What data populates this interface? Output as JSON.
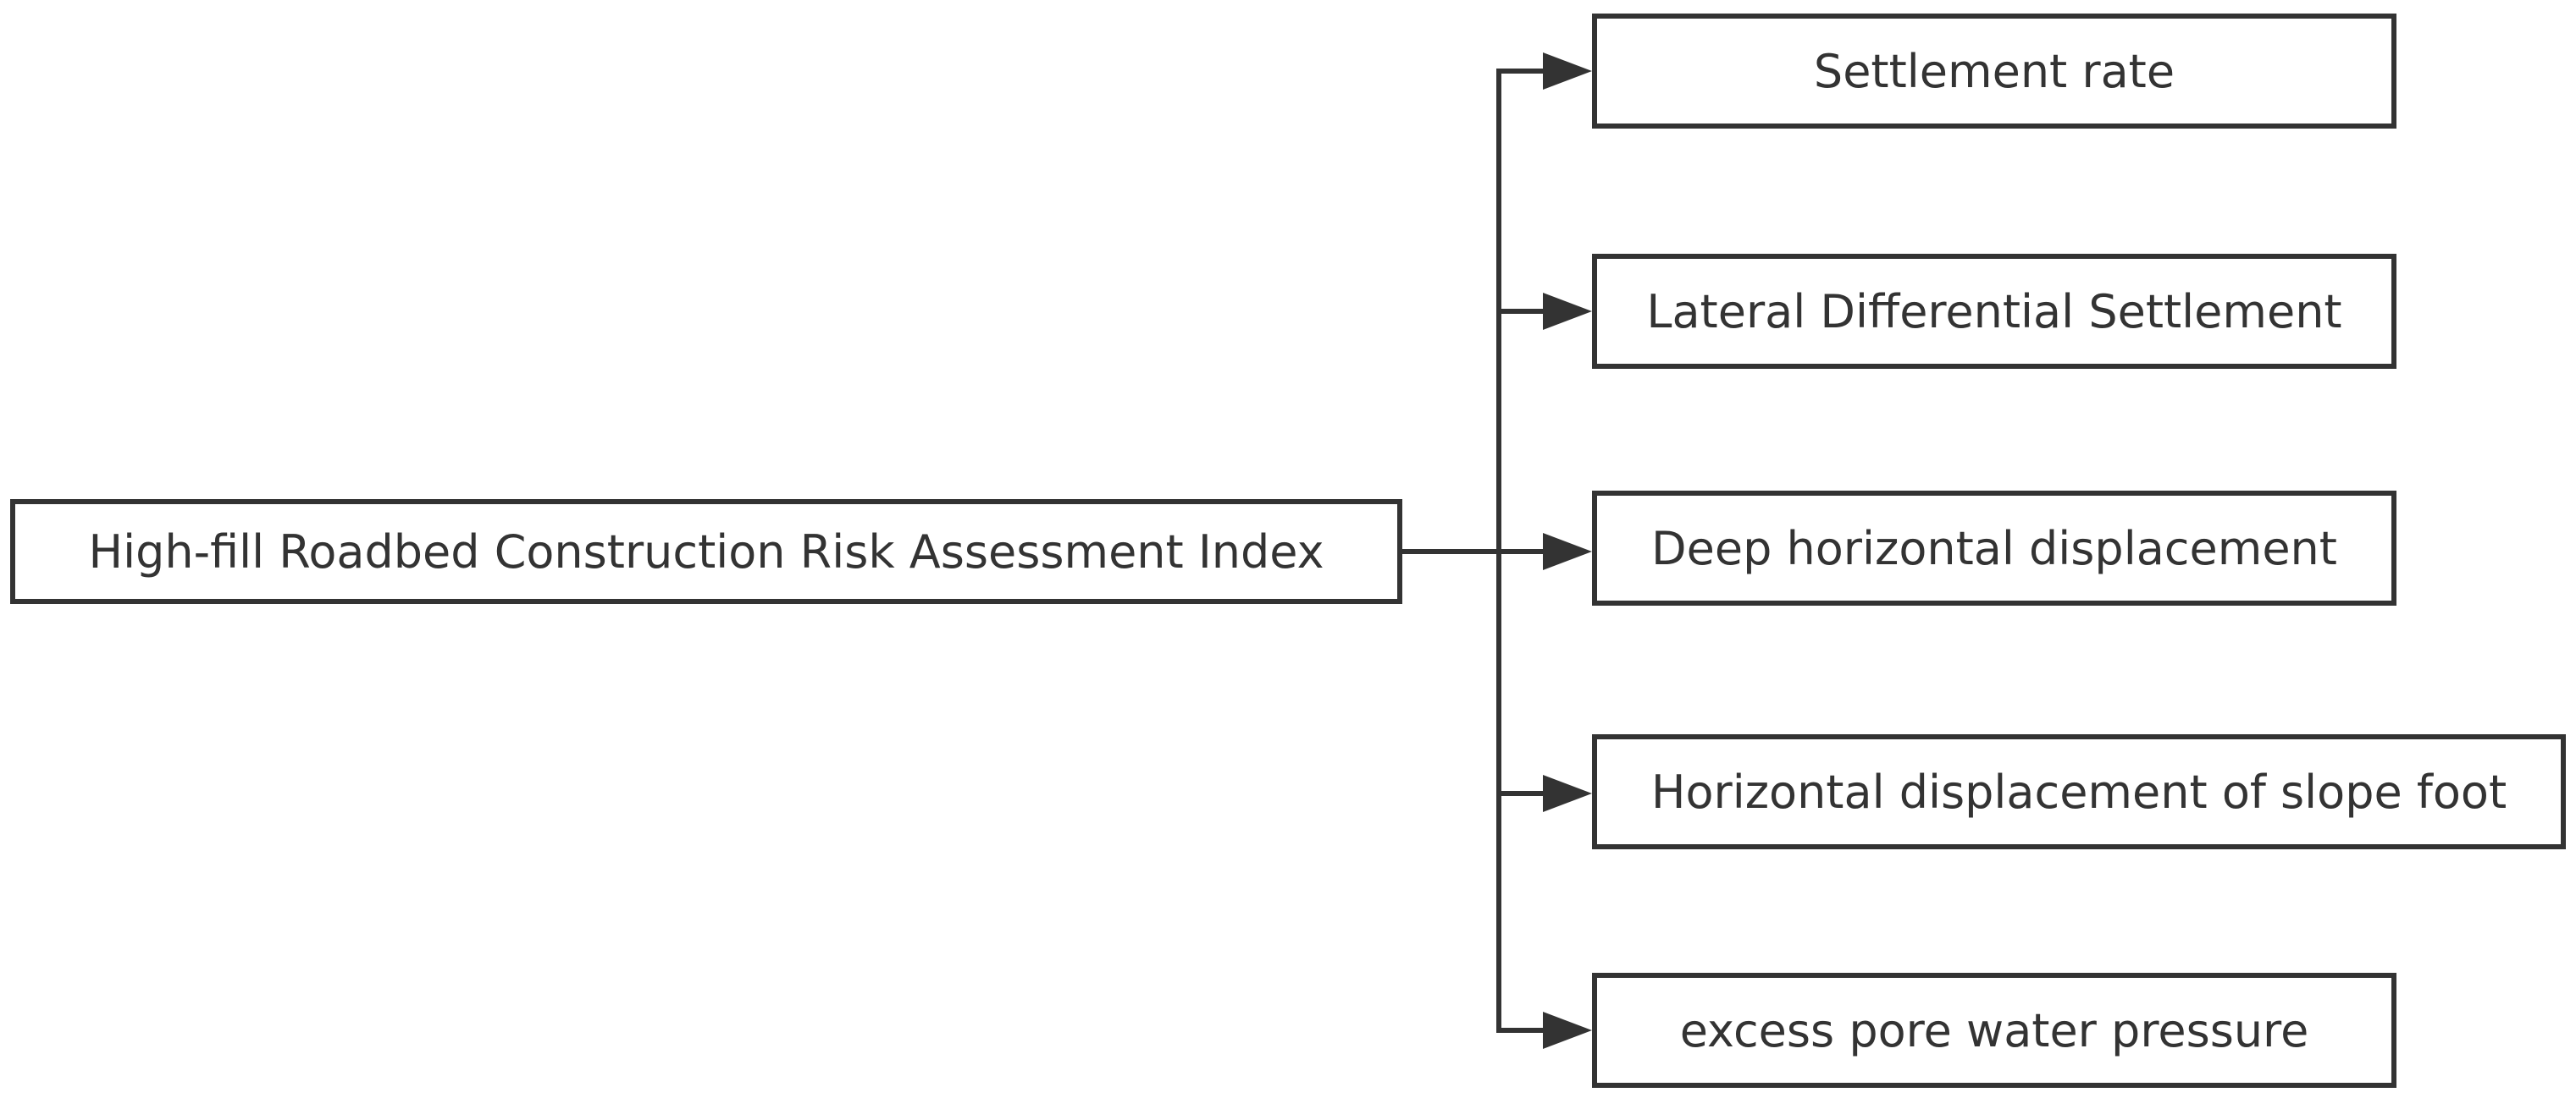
{
  "diagram": {
    "root": {
      "label": "High-fill Roadbed Construction Risk Assessment Index"
    },
    "children": [
      {
        "label": "Settlement rate"
      },
      {
        "label": "Lateral Differential Settlement"
      },
      {
        "label": "Deep horizontal displacement"
      },
      {
        "label": "Horizontal displacement of slope foot"
      },
      {
        "label": "excess pore water pressure"
      }
    ],
    "colors": {
      "stroke": "#333333",
      "background": "#ffffff",
      "text": "#333333"
    }
  }
}
